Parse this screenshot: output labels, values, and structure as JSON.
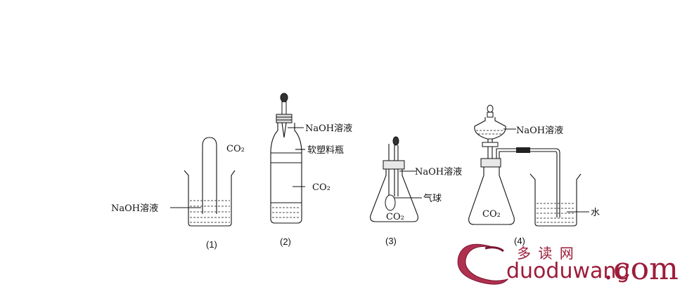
{
  "apparatus": [
    {
      "id": "1",
      "caption": "(1)",
      "labels": {
        "gas": "CO₂",
        "solution": "NaOH溶液"
      }
    },
    {
      "id": "2",
      "caption": "(2)",
      "labels": {
        "solution": "NaOH溶液",
        "bottle": "软塑料瓶",
        "gas": "CO₂"
      }
    },
    {
      "id": "3",
      "caption": "(3)",
      "labels": {
        "solution": "NaOH溶液",
        "balloon": "气球",
        "gas": "CO₂"
      }
    },
    {
      "id": "4",
      "caption": "(4)",
      "labels": {
        "solution": "NaOH溶液",
        "gas": "CO₂",
        "water": "水"
      }
    }
  ],
  "watermark": {
    "chinese": "多 读 网",
    "url": "duoduwang",
    "tld": ".com",
    "color": "#9c1c3a"
  }
}
